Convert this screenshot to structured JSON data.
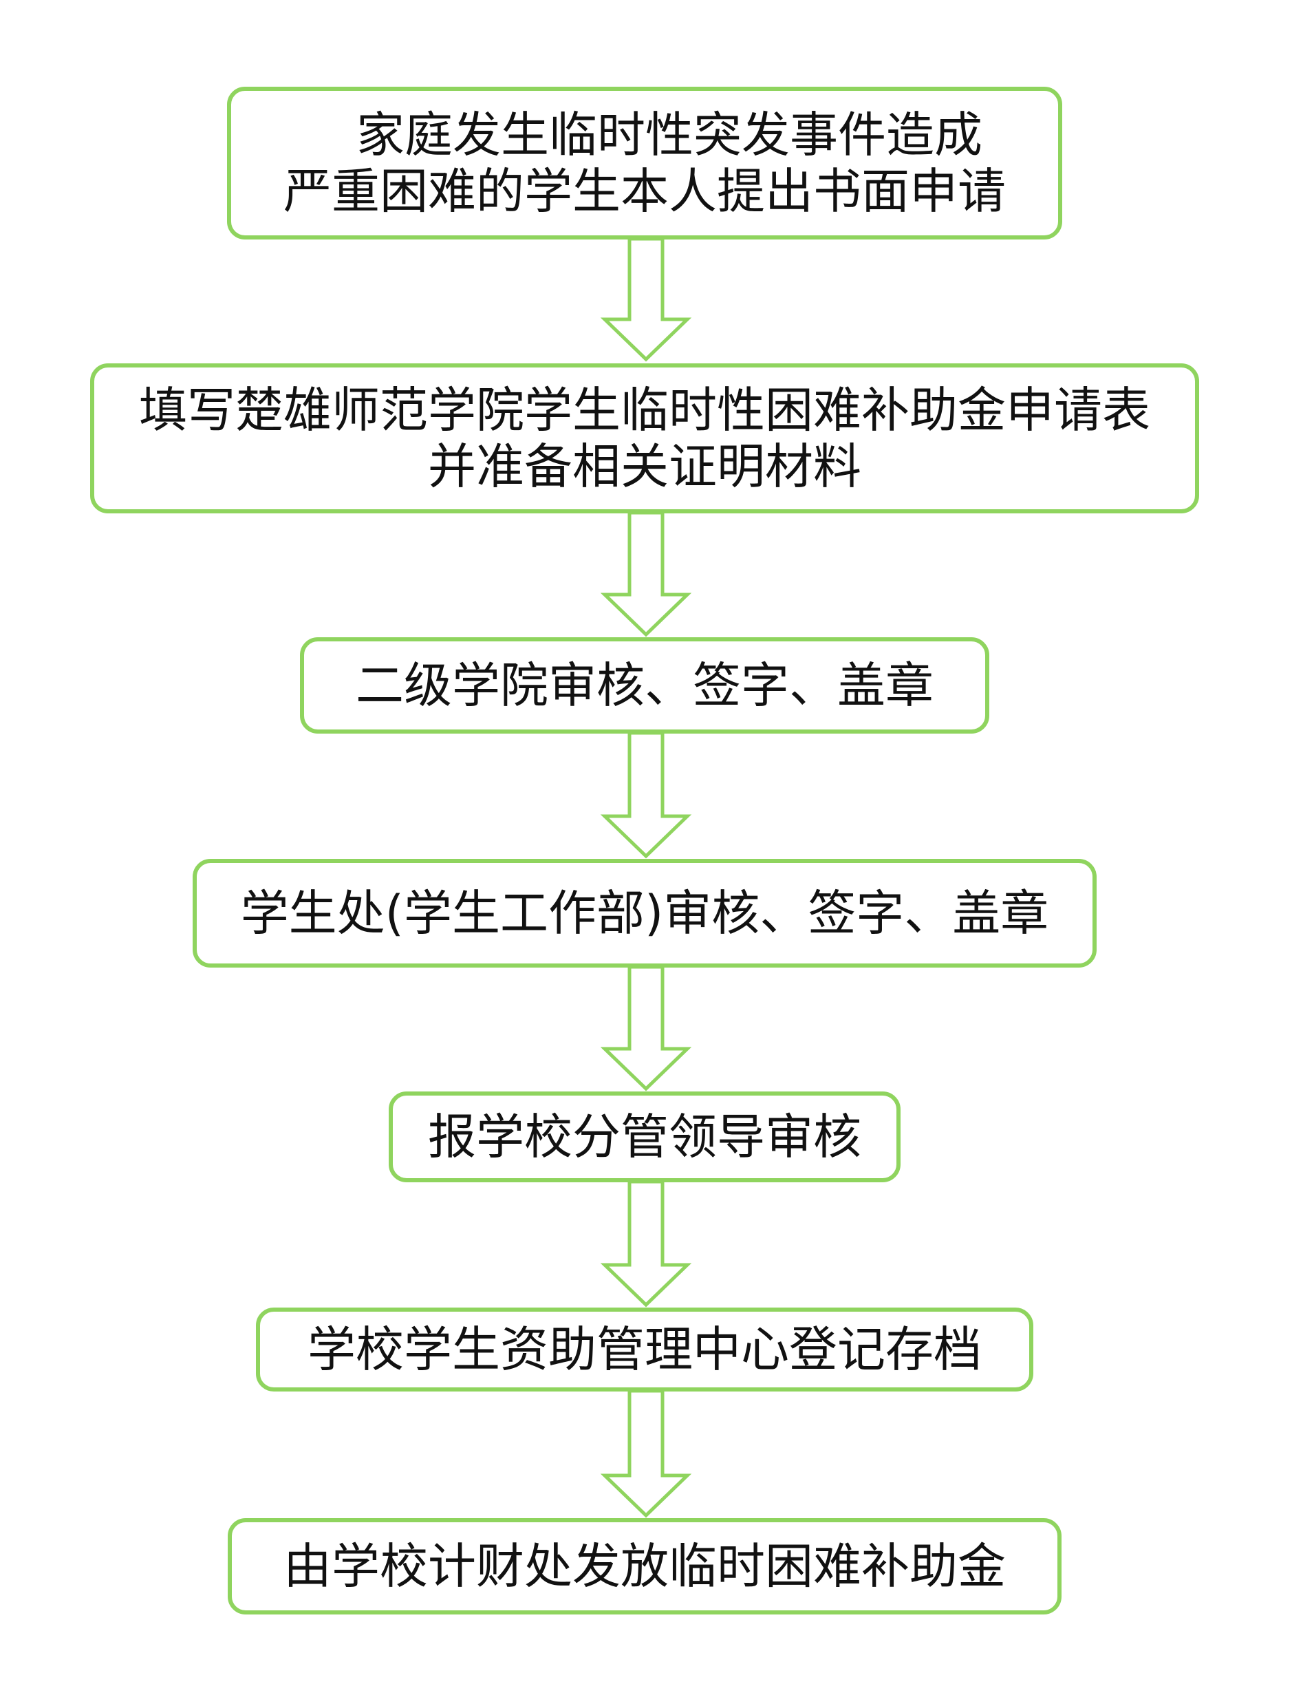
{
  "colors": {
    "border": "#8fd45e",
    "text": "#111111",
    "background": "#ffffff"
  },
  "steps": [
    {
      "lines": [
        "家庭发生临时性突发事件造成",
        "严重困难的学生本人提出书面申请"
      ]
    },
    {
      "lines": [
        "填写楚雄师范学院学生临时性困难补助金申请表",
        "并准备相关证明材料"
      ]
    },
    {
      "lines": [
        "二级学院审核、签字、盖章"
      ]
    },
    {
      "lines": [
        "学生处(学生工作部)审核、签字、盖章"
      ]
    },
    {
      "lines": [
        "报学校分管领导审核"
      ]
    },
    {
      "lines": [
        "学校学生资助管理中心登记存档"
      ]
    },
    {
      "lines": [
        "由学校计财处发放临时困难补助金"
      ]
    }
  ]
}
